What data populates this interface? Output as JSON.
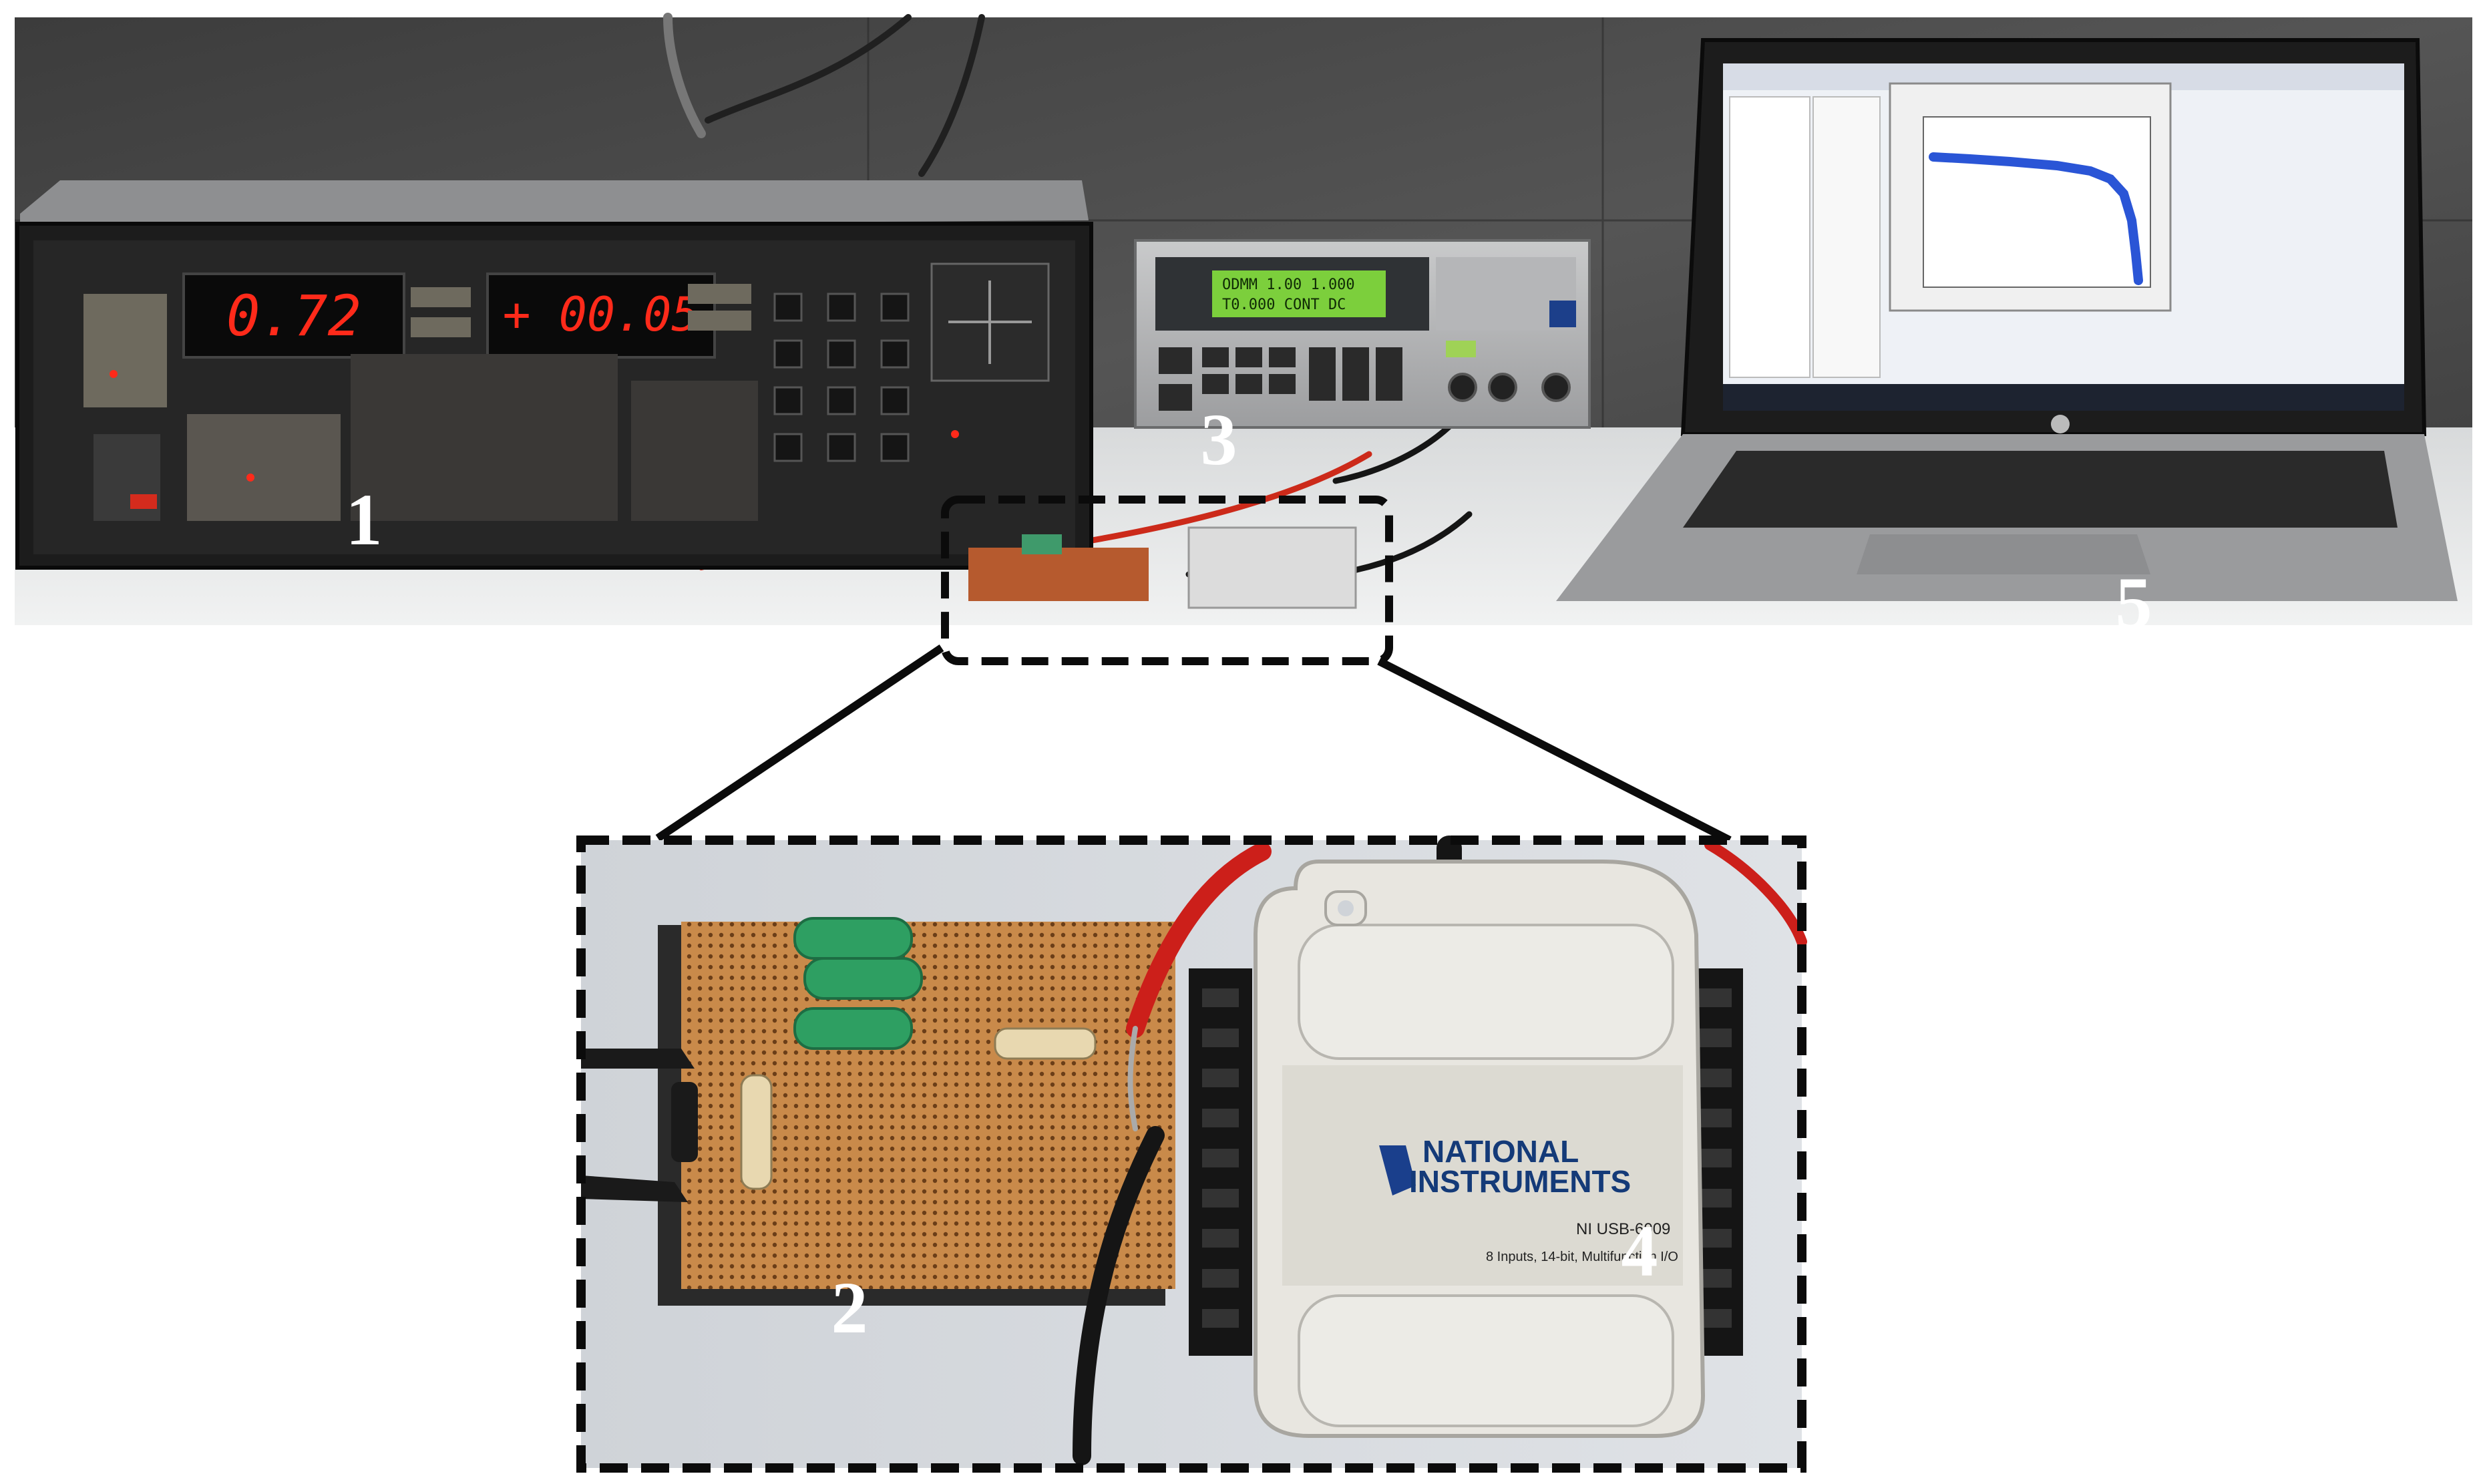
{
  "labels": {
    "l1": "1",
    "l2": "2",
    "l3": "3",
    "l4": "4",
    "l5": "5"
  },
  "instrument": {
    "display_left": "0.72",
    "display_right": "+ 00.05"
  },
  "daq": {
    "brand_line1": "NATIONAL",
    "brand_line2": "INSTRUMENTS",
    "model": "NI USB-6009",
    "desc": "8 Inputs, 14-bit, Multifunction I/O"
  },
  "colors": {
    "border": "#111111",
    "led": "#ff2a1a",
    "lcd": "#7ccf3c",
    "curve": "#2a55d6"
  }
}
